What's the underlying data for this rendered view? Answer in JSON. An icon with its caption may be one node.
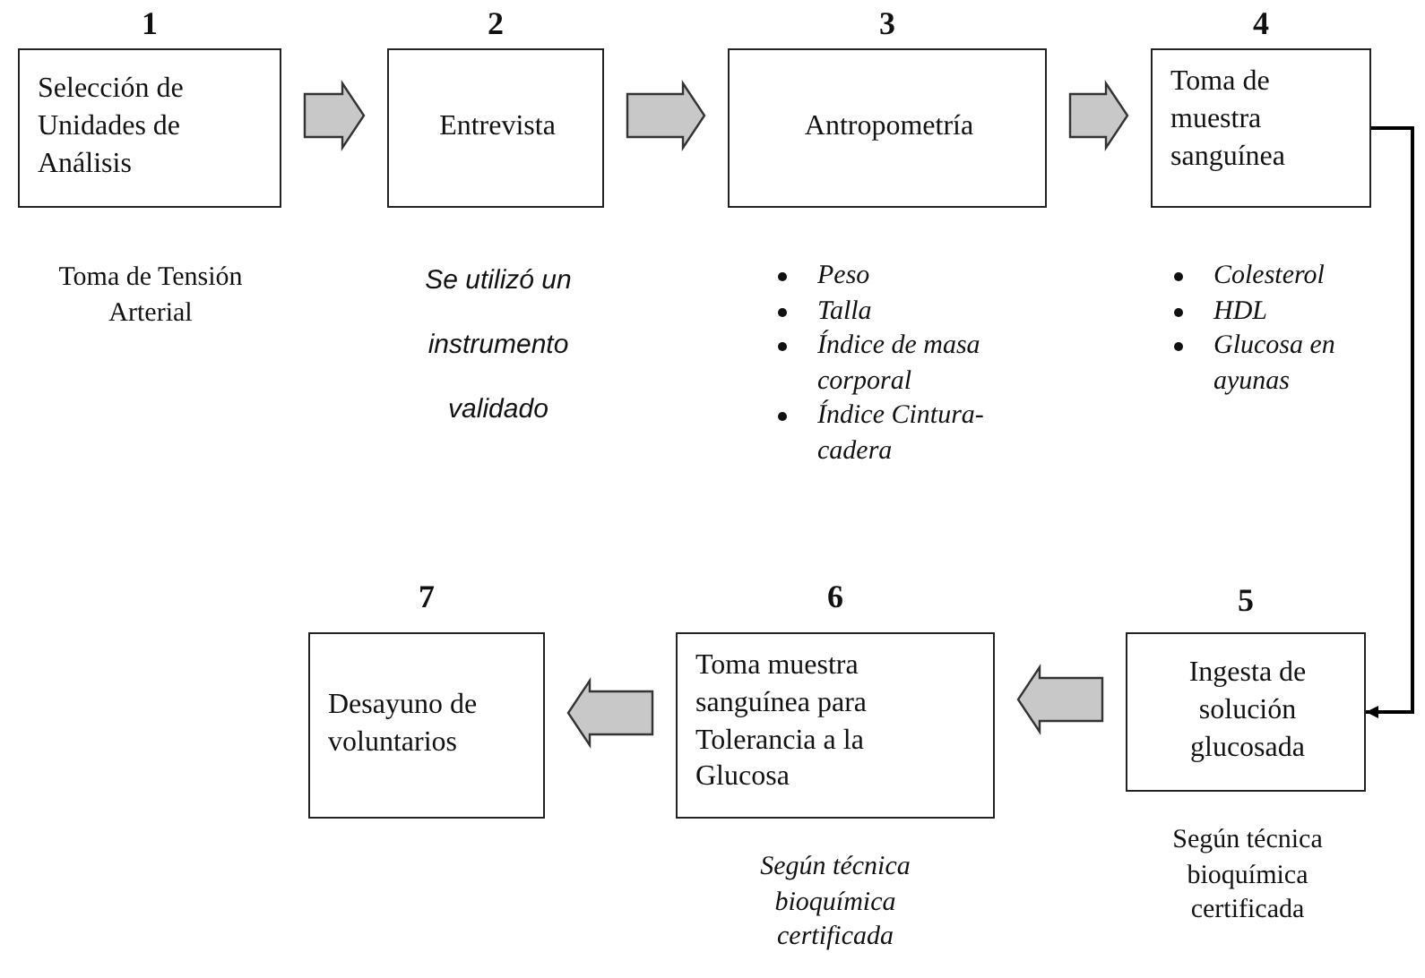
{
  "diagram": {
    "nodes": [
      {
        "text": [
          "1",
          "Selección de Unidades de Análisis"
        ],
        "beside": [
          "Toma de Tensión Arterial"
        ]
      },
      {
        "text": [
          "2",
          "Entrevista"
        ],
        "beside": [
          "Se utilizó un instrumento validado"
        ]
      },
      {
        "text": [
          "3",
          "Antropometría"
        ],
        "beside": [
          "Peso",
          "Talla",
          "Índice de masa corporal",
          "Índice Cintura-cadera"
        ]
      },
      {
        "text": [
          "4",
          "Toma de muestra sanguínea"
        ],
        "beside": [
          "Colesterol",
          "HDL",
          "Glucosa en ayunas"
        ]
      },
      {
        "text": [
          "5",
          "Ingesta de solución glucosada"
        ],
        "beside": [
          "Según técnica bioquímica certificada"
        ]
      },
      {
        "text": [
          "6",
          "Toma muestra sanguínea para Tolerancia a la Glucosa"
        ],
        "beside": [
          "Según técnica bioquímica certificada"
        ]
      },
      {
        "text": [
          "7",
          "Desayuno de voluntarios"
        ]
      }
    ],
    "edges": [
      {
        "from": 0,
        "to": 1,
        "arrow": "to",
        "style": "thick"
      },
      {
        "from": 1,
        "to": 2,
        "arrow": "to",
        "style": "thick"
      },
      {
        "from": 2,
        "to": 3,
        "arrow": "to",
        "style": "thick"
      },
      {
        "from": 3,
        "to": 4,
        "arrow": "to"
      },
      {
        "from": 4,
        "to": 5,
        "arrow": "to",
        "style": "thick"
      },
      {
        "from": 5,
        "to": 6,
        "arrow": "to",
        "style": "thick"
      }
    ]
  }
}
